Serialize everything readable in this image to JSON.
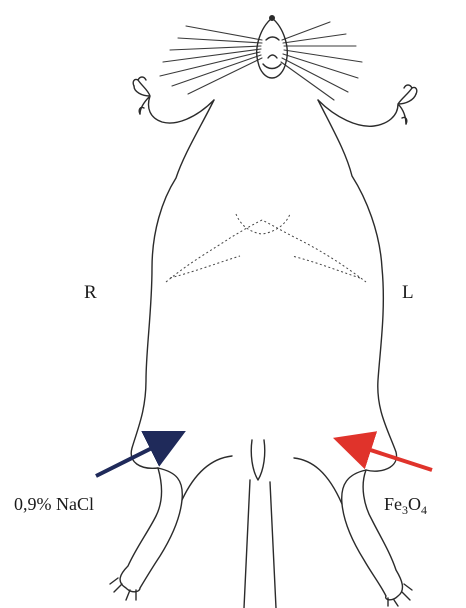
{
  "labels": {
    "right_side": "R",
    "left_side": "L",
    "control_injection": "0,9% NaCl",
    "treatment_injection": {
      "base": "Fe",
      "sub1": "3",
      "mid": "O",
      "sub2": "4"
    }
  },
  "colors": {
    "control_arrow": "#1f2a5a",
    "treatment_arrow": "#e0332b",
    "outline": "#2b2b2b"
  },
  "icons": {
    "control_arrow": "arrow-pointing-to-right-thigh",
    "treatment_arrow": "arrow-pointing-to-left-thigh"
  }
}
